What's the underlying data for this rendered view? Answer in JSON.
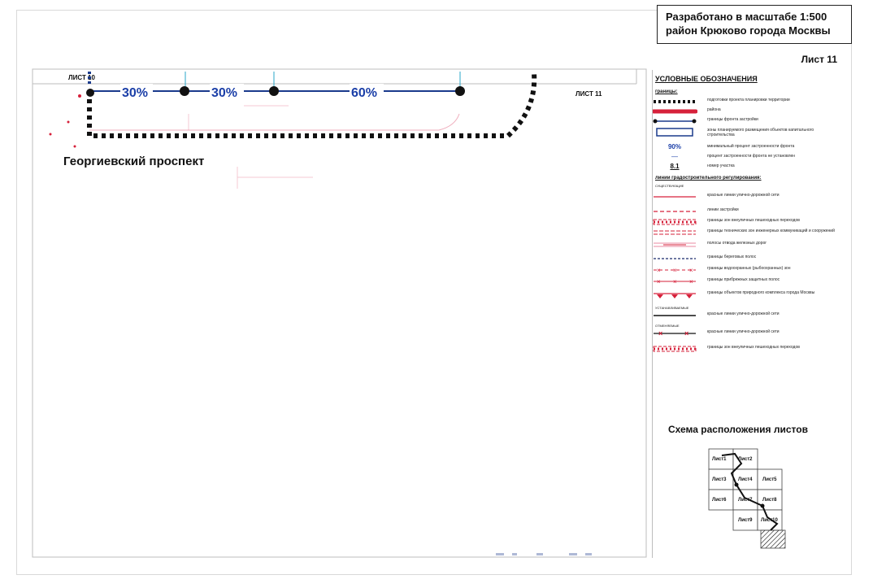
{
  "title_block": {
    "line1": "Разработано в масштабе 1:500",
    "line2": "район Крюково города Москвы"
  },
  "sheet_number": "Лист 11",
  "map": {
    "label_sheet_10": "ЛИСТ 10",
    "label_sheet_11": "ЛИСТ 11",
    "street_name": "Георгиевский проспект",
    "percent_labels": [
      "30%",
      "30%",
      "60%"
    ],
    "colors": {
      "boundary": "#111111",
      "frontage": "#1a3a8c",
      "percent_text": "#1b3fa8",
      "red_line": "#d6203a",
      "pink_ghost": "#e88aa0",
      "cyan_tick": "#2aa7c9"
    }
  },
  "legend": {
    "title": "УСЛОВНЫЕ ОБОЗНАЧЕНИЯ",
    "section_boundaries": "границы:",
    "items_top": [
      {
        "symbol": "dotted-boundary",
        "label": "подготовки проекта планировки территории"
      },
      {
        "symbol": "red-thick-line",
        "label": "района"
      },
      {
        "symbol": "blue-frontage-line",
        "label": "границы фронта застройки"
      },
      {
        "symbol": "blue-rectangle",
        "label": "зоны планируемого размещения объектов капитального строительства"
      },
      {
        "symbol": "percent-90",
        "value": "90%",
        "label": "минимальный процент застроенности фронта"
      },
      {
        "symbol": "dash-sign",
        "value": "—",
        "label": "процент застроенности фронта не установлен"
      },
      {
        "symbol": "plot-number",
        "value": "8.1",
        "label": "номер участка"
      }
    ],
    "section_regulation": "линии градостроительного регулирования:",
    "tag_existing": "СУЩЕСТВУЮЩИЕ",
    "items_existing": [
      {
        "symbol": "red-line",
        "label": "красные линии улично-дорожной сети"
      },
      {
        "symbol": "red-dashed",
        "label": "линии застройки"
      },
      {
        "symbol": "red-hatched",
        "label": "границы зон внеуличных пешеходных переходов"
      },
      {
        "symbol": "red-double-dashed",
        "label": "границы технических зон инженерных коммуникаций и сооружений"
      },
      {
        "symbol": "pink-double",
        "label": "полосы отвода железных дорог"
      },
      {
        "symbol": "navy-dashed",
        "label": "границы береговых полос"
      },
      {
        "symbol": "red-cross-dashed",
        "label": "границы водоохранных (рыбоохранных) зон"
      },
      {
        "symbol": "red-cross-line",
        "label": "границы прибрежных защитных полос"
      },
      {
        "symbol": "red-triangles",
        "label": "границы объектов природного комплекса города Москвы"
      }
    ],
    "tag_established": "УСТАНАВЛИВАЕМЫЕ",
    "items_established": [
      {
        "symbol": "black-line",
        "label": "красные линии улично-дорожной сети"
      }
    ],
    "tag_cancelled": "ОТМЕНЯЕМЫЕ",
    "items_cancelled": [
      {
        "symbol": "black-crossed",
        "label": "красные линии улично-дорожной сети"
      },
      {
        "symbol": "red-hatched",
        "label": "границы зон внеуличных пешеходных переходов"
      }
    ]
  },
  "sheet_scheme": {
    "title": "Схема расположения листов",
    "cells": [
      "Лист1",
      "Лист2",
      "Лист3",
      "Лист4",
      "Лист5",
      "Лист6",
      "Лист7",
      "Лист8",
      "Лист9",
      "Лист10"
    ]
  }
}
